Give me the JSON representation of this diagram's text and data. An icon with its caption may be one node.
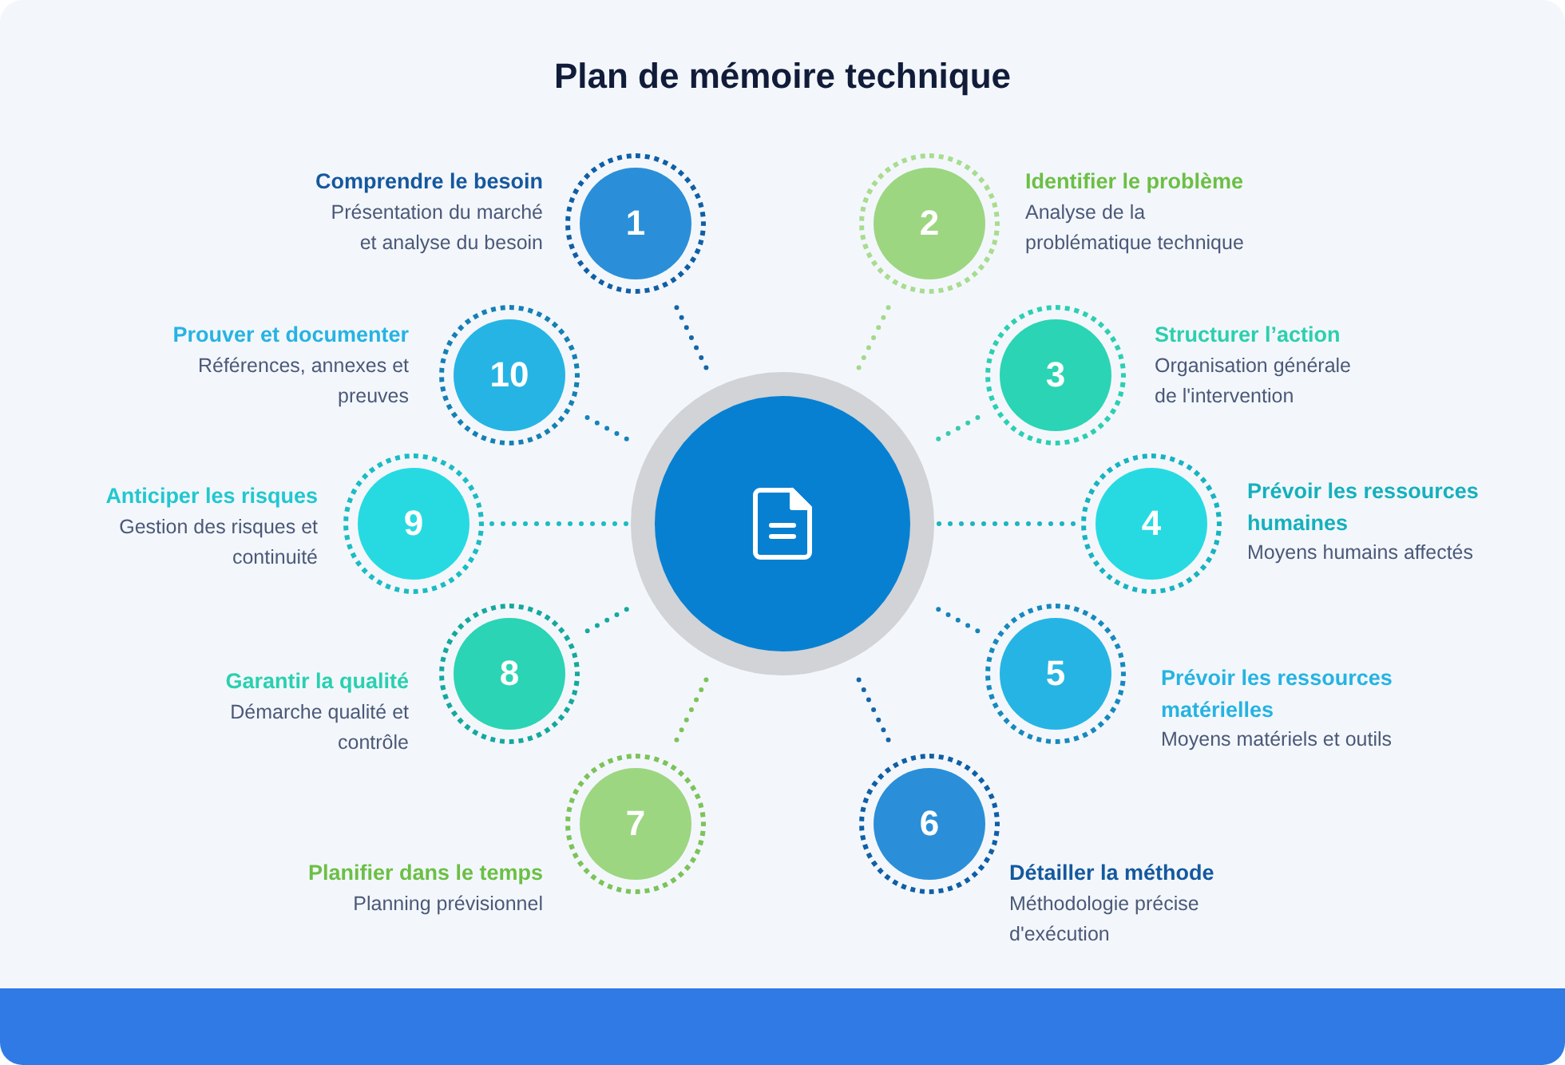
{
  "diagram": {
    "title": "Plan de mémoire technique",
    "nodes": [
      {
        "text": [],
        "shape": "circle"
      },
      {
        "text": [
          "1"
        ],
        "beside": [
          "Comprendre le besoin",
          "Présentation du marché et analyse du besoin"
        ]
      },
      {
        "text": [
          "2"
        ],
        "beside": [
          "Identifier le problème",
          "Analyse de la problématique technique"
        ]
      },
      {
        "text": [
          "3"
        ],
        "beside": [
          "Structurer l’action",
          "Organisation générale de l'intervention"
        ]
      },
      {
        "text": [
          "4"
        ],
        "beside": [
          "Prévoir les ressources humaines",
          "Moyens humains affectés"
        ]
      },
      {
        "text": [
          "5"
        ],
        "beside": [
          "Prévoir les ressources matérielles",
          "Moyens matériels et outils"
        ]
      },
      {
        "text": [
          "6"
        ],
        "beside": [
          "Détailler la méthode",
          "Méthodologie précise d'exécution"
        ]
      },
      {
        "text": [
          "7"
        ],
        "beside": [
          "Planifier dans le temps",
          "Planning prévisionnel"
        ]
      },
      {
        "text": [
          "8"
        ],
        "beside": [
          "Garantir la qualité",
          "Démarche qualité et contrôle"
        ]
      },
      {
        "text": [
          "9"
        ],
        "beside": [
          "Anticiper les risques",
          "Gestion des risques et continuité"
        ]
      },
      {
        "text": [
          "10"
        ],
        "beside": [
          "Prouver et documenter",
          "Références, annexes et preuves"
        ]
      }
    ],
    "edges": [
      {
        "from": 0,
        "to": 1,
        "arrow": "none",
        "color": "#1565a8"
      },
      {
        "from": 0,
        "to": 2,
        "arrow": "none",
        "color": "#a2d98a"
      },
      {
        "from": 0,
        "to": 3,
        "arrow": "none",
        "color": "#3cc9b0"
      },
      {
        "from": 0,
        "to": 4,
        "arrow": "none",
        "color": "#1fb3c0"
      },
      {
        "from": 0,
        "to": 5,
        "arrow": "none",
        "color": "#1683bb"
      },
      {
        "from": 0,
        "to": 6,
        "arrow": "none",
        "color": "#1565a8"
      },
      {
        "from": 0,
        "to": 7,
        "arrow": "none",
        "color": "#7cc35a"
      },
      {
        "from": 0,
        "to": 8,
        "arrow": "none",
        "color": "#17a9a0"
      },
      {
        "from": 0,
        "to": 9,
        "arrow": "none",
        "color": "#1cbcc3"
      },
      {
        "from": 0,
        "to": 10,
        "arrow": "none",
        "color": "#1683bb"
      }
    ]
  }
}
